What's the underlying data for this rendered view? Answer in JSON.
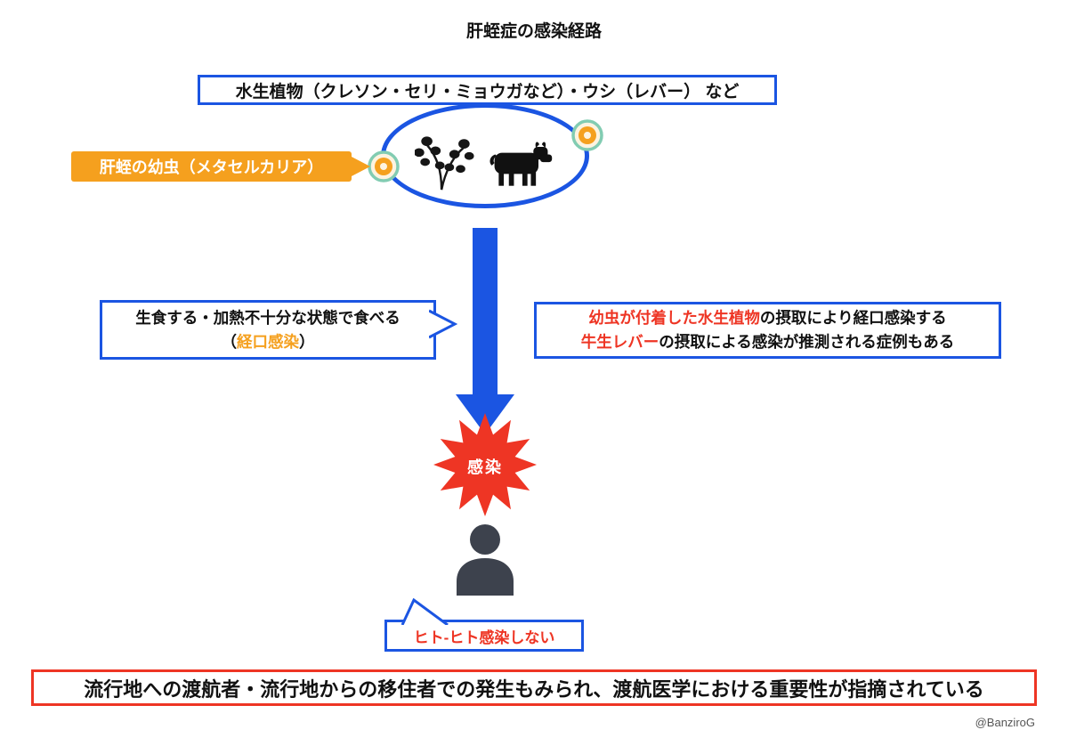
{
  "title": "肝蛭症の感染経路",
  "source_box": "水生植物（クレソン・セリ・ミョウガなど）・ウシ（レバー） など",
  "larva_label": "肝蛭の幼虫（メタセルカリア）",
  "eat_box": {
    "line1": "生食する・加熱不十分な状態で食べる",
    "paren_open": "（",
    "highlight": "経口感染",
    "paren_close": "）"
  },
  "route_box": {
    "line1_highlight": "幼虫が付着した水生植物",
    "line1_rest": "の摂取により経口感染する",
    "line2_highlight": "牛生レバー",
    "line2_rest": "の摂取による感染が推測される症例もある"
  },
  "burst_label": "感染",
  "bubble_label": "ヒト-ヒト感染しない",
  "bottom_note": "流行地への渡航者・流行地からの移住者での発生もみられ、渡航医学における重要性が指摘されている",
  "credit": "@BanziroG",
  "icons": {
    "plant": "watercress-plant-icon",
    "cow": "cow-icon",
    "metacercaria": "metacercaria-icon",
    "person": "person-icon",
    "arrow": "down-arrow-icon",
    "burst": "infection-burst-icon"
  },
  "colors": {
    "blue": "#1b55e2",
    "orange": "#f5a01e",
    "red": "#ee3524",
    "teal_ring": "#82ccb2",
    "person_gray": "#3d424d"
  }
}
